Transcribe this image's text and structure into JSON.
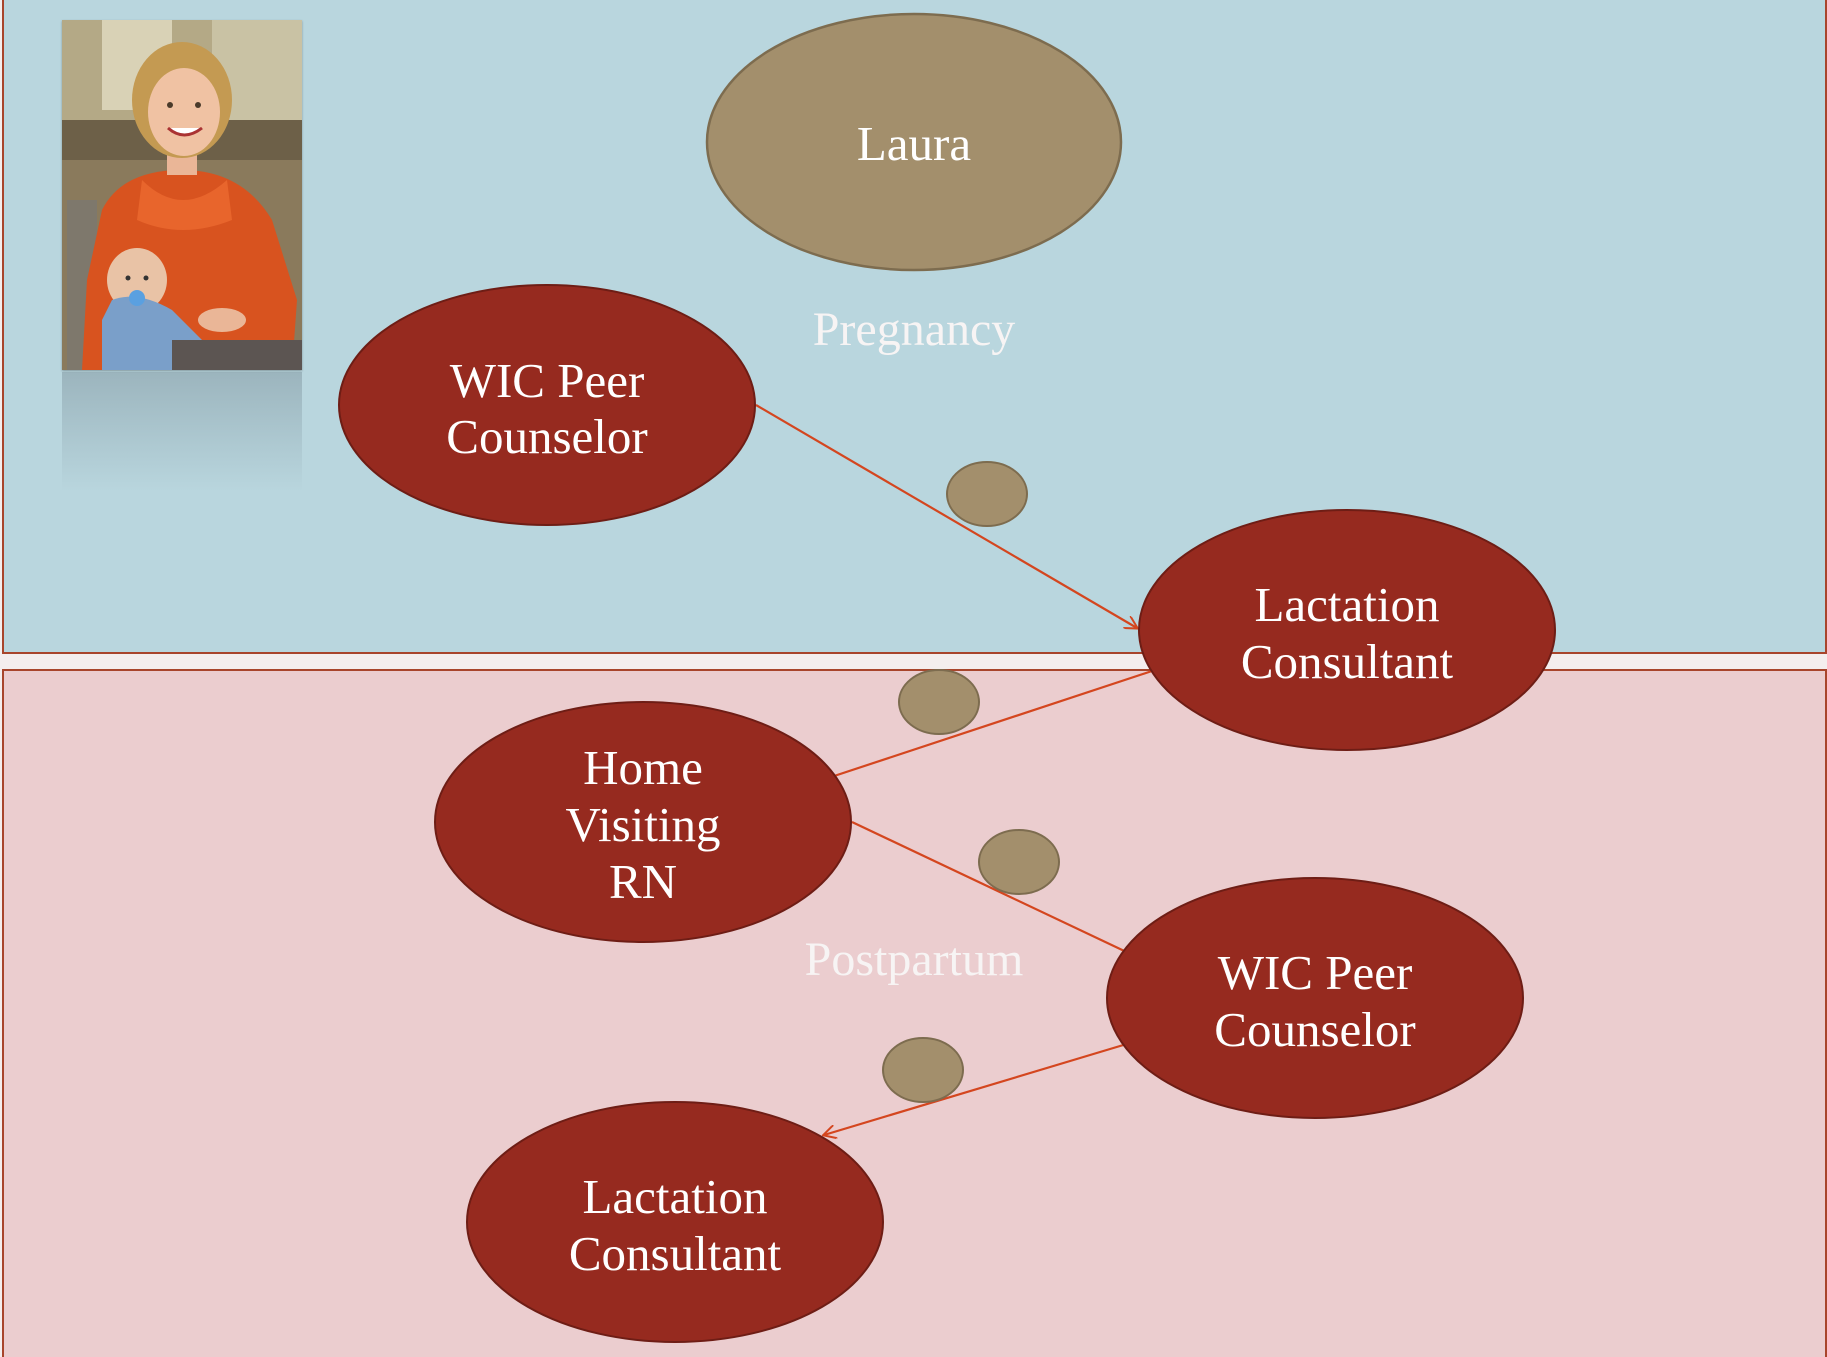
{
  "phases": {
    "pregnancy": "Pregnancy",
    "postpartum": "Postpartum"
  },
  "nodes": {
    "laura": "Laura",
    "wic_peer_counselor_1": [
      "WIC Peer",
      "Counselor"
    ],
    "lactation_consultant_1": [
      "Lactation",
      "Consultant"
    ],
    "home_visiting_rn": [
      "Home",
      "Visiting",
      "RN"
    ],
    "wic_peer_counselor_2": [
      "WIC Peer",
      "Counselor"
    ],
    "lactation_consultant_2": [
      "Lactation",
      "Consultant"
    ]
  },
  "photo": {
    "description_icon": "photo-mother-and-baby"
  },
  "colors": {
    "pregnancy_bg": "#b9d6de",
    "postpartum_bg": "#ebcdcf",
    "node_fill": "#962a1f",
    "laura_fill": "#a38f6c",
    "connector_dot_fill": "#a38f6c",
    "arrow": "#d4461f"
  }
}
